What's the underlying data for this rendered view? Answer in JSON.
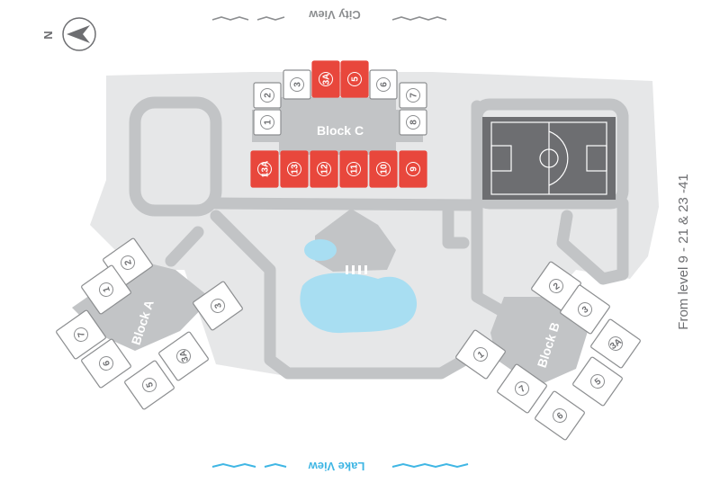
{
  "top_view_label": "City View",
  "bottom_view_label": "Lake View",
  "side_note": "From level 9 - 21 & 23 -41",
  "compass_label": "N",
  "colors": {
    "ground": "#e6e7e8",
    "path": "#c2c4c6",
    "unit_fill": "#ffffff",
    "unit_stroke": "#8c8e90",
    "highlight": "#e8473c",
    "court": "#6d6e71",
    "water": "#a8def2",
    "lake": "#3fb6e4",
    "city": "#8c8e90",
    "text": "#6d6e71"
  },
  "blocks": {
    "a": {
      "name": "Block A",
      "units": [
        {
          "label": "2",
          "highlighted": false
        },
        {
          "label": "1",
          "highlighted": false
        },
        {
          "label": "7",
          "highlighted": false
        },
        {
          "label": "6",
          "highlighted": false
        },
        {
          "label": "5",
          "highlighted": false
        },
        {
          "label": "3A",
          "highlighted": false
        },
        {
          "label": "3",
          "highlighted": false
        }
      ]
    },
    "b": {
      "name": "Block B",
      "units": [
        {
          "label": "2",
          "highlighted": false
        },
        {
          "label": "3",
          "highlighted": false
        },
        {
          "label": "3A",
          "highlighted": false
        },
        {
          "label": "5",
          "highlighted": false
        },
        {
          "label": "6",
          "highlighted": false
        },
        {
          "label": "7",
          "highlighted": false
        },
        {
          "label": "1",
          "highlighted": false
        }
      ]
    },
    "c": {
      "name": "Block C",
      "units": [
        {
          "label": "2",
          "highlighted": false
        },
        {
          "label": "1",
          "highlighted": false
        },
        {
          "label": "3",
          "highlighted": false
        },
        {
          "label": "3A",
          "highlighted": true
        },
        {
          "label": "5",
          "highlighted": true
        },
        {
          "label": "6",
          "highlighted": false
        },
        {
          "label": "7",
          "highlighted": false
        },
        {
          "label": "8",
          "highlighted": false
        },
        {
          "label": "9",
          "highlighted": true
        },
        {
          "label": "10",
          "highlighted": true
        },
        {
          "label": "11",
          "highlighted": true
        },
        {
          "label": "12",
          "highlighted": true
        },
        {
          "label": "13",
          "highlighted": true
        },
        {
          "label": "13A",
          "highlighted": true
        }
      ]
    }
  }
}
